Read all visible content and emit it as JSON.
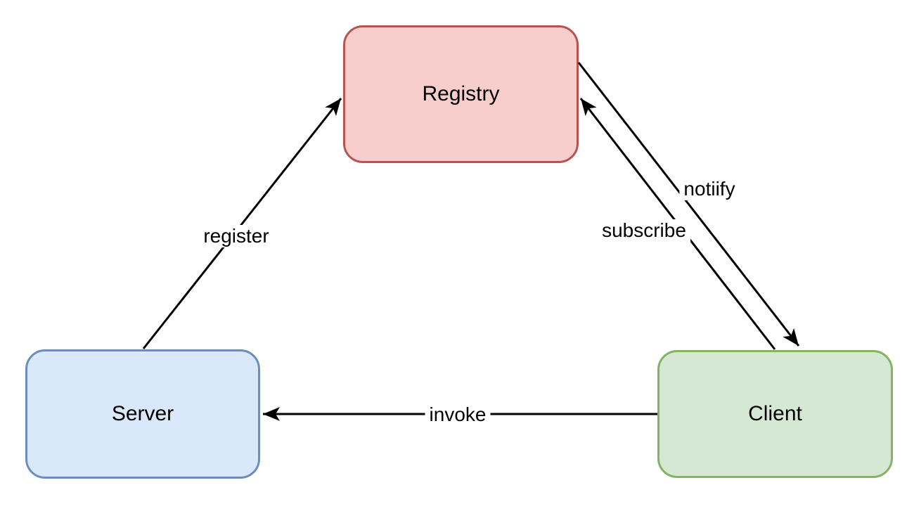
{
  "diagram": {
    "background_color": "#ffffff",
    "edge_color": "#000000",
    "text_color": "#000000",
    "nodes": [
      {
        "id": "registry",
        "label": "Registry",
        "fill": "#f8cecc",
        "stroke": "#b85450"
      },
      {
        "id": "server",
        "label": "Server",
        "fill": "#dae8fc",
        "stroke": "#6c8ebf"
      },
      {
        "id": "client",
        "label": "Client",
        "fill": "#d5e8d4",
        "stroke": "#82b366"
      }
    ],
    "edges": [
      {
        "id": "register",
        "label": "register",
        "from": "Server",
        "to": "Registry"
      },
      {
        "id": "subscribe",
        "label": "subscribe",
        "from": "Client",
        "to": "Registry"
      },
      {
        "id": "notiify",
        "label": "notiify",
        "from": "Registry",
        "to": "Client"
      },
      {
        "id": "invoke",
        "label": "invoke",
        "from": "Client",
        "to": "Server"
      }
    ]
  }
}
